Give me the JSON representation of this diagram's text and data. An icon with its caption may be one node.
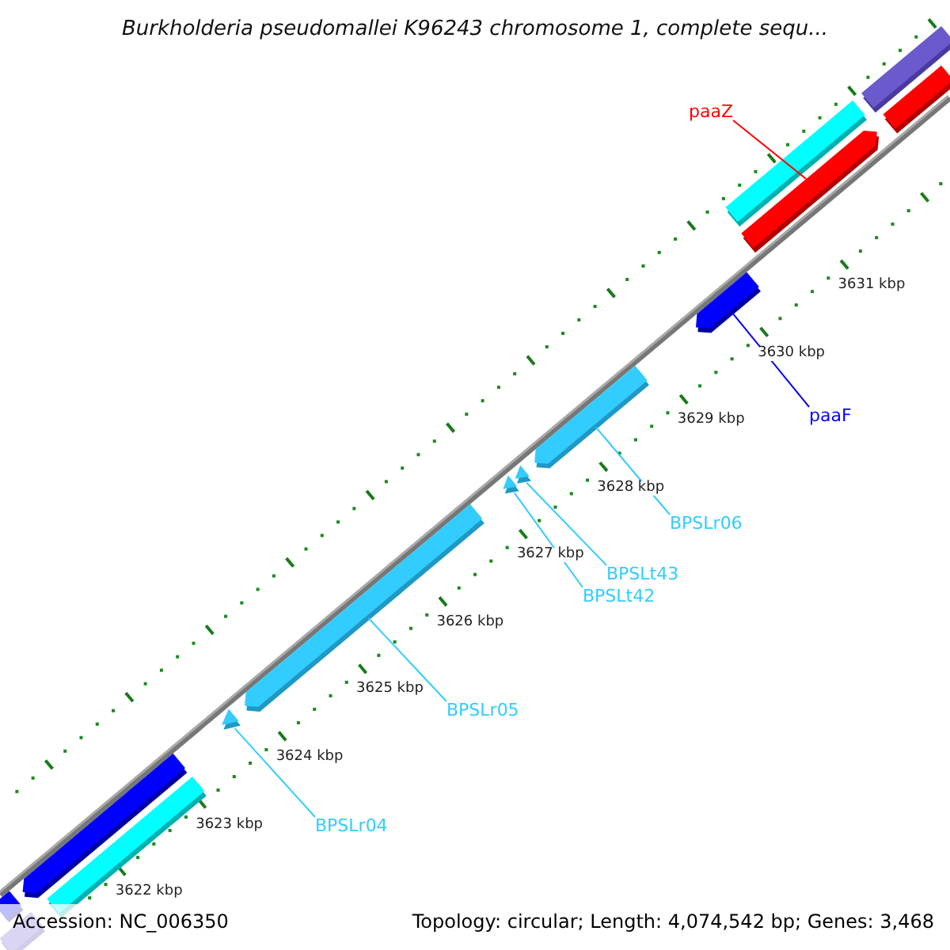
{
  "diagram": {
    "title": "Burkholderia pseudomallei K96243 chromosome 1, complete sequ...",
    "nodes": [
      {
        "text": [
          "paaZ"
        ]
      },
      {
        "text": [],
        "shape": "bar"
      },
      {
        "text": [],
        "shape": "bar"
      },
      {
        "text": [],
        "shape": "bar"
      },
      {
        "text": [],
        "shape": "bar"
      },
      {
        "text": [],
        "shape": "bar"
      },
      {
        "text": [
          "paaF"
        ]
      },
      {
        "text": [],
        "shape": "bar"
      },
      {
        "text": [],
        "shape": "triangle"
      },
      {
        "text": [],
        "shape": "triangle"
      },
      {
        "text": [
          "BPSLr06"
        ]
      },
      {
        "text": [
          "BPSLt43"
        ]
      },
      {
        "text": [
          "BPSLt42"
        ]
      },
      {
        "text": [],
        "shape": "bar"
      },
      {
        "text": [],
        "shape": "triangle"
      },
      {
        "text": [
          "BPSLr05"
        ]
      },
      {
        "text": [
          "BPSLr04"
        ]
      },
      {
        "text": [],
        "shape": "bar"
      },
      {
        "text": [],
        "shape": "bar"
      },
      {
        "text": [],
        "shape": "bar"
      },
      {
        "text": [],
        "shape": "bar"
      }
    ],
    "edges": [
      {
        "from": 0,
        "to": 4,
        "arrow": "none",
        "color": "#ff0000"
      },
      {
        "from": 6,
        "to": 5,
        "arrow": "none",
        "color": "#0000ff"
      },
      {
        "from": 10,
        "to": 7,
        "arrow": "none"
      },
      {
        "from": 11,
        "to": 8,
        "arrow": "none"
      },
      {
        "from": 12,
        "to": 9,
        "arrow": "none"
      },
      {
        "from": 15,
        "to": 13,
        "arrow": "none"
      },
      {
        "from": 16,
        "to": 14,
        "arrow": "none"
      }
    ],
    "labels": [
      "3631 kbp",
      "3630 kbp",
      "3629 kbp",
      "3628 kbp",
      "3627 kbp",
      "3626 kbp",
      "3625 kbp",
      "3624 kbp",
      "3623 kbp",
      "3622 kbp",
      "Accession: NC_006350",
      "Topology: circular; Length: 4,074,542 bp; Genes: 3,468"
    ]
  }
}
